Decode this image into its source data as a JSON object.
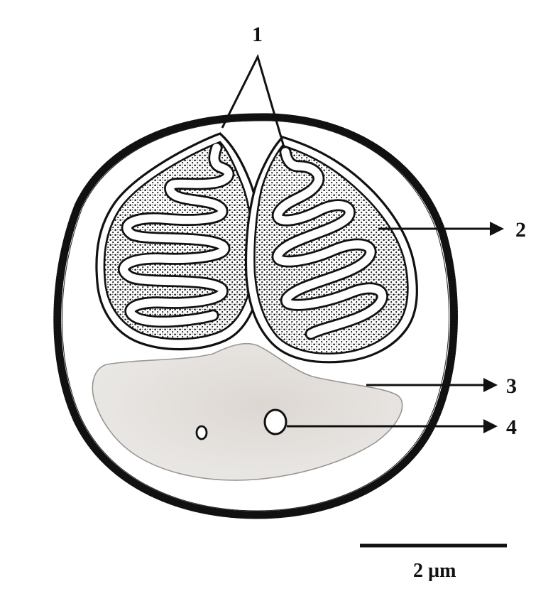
{
  "labels": {
    "marker_1": "1",
    "marker_2": "2",
    "marker_3": "3",
    "marker_4": "4"
  },
  "scale_bar": {
    "text": "2 µm"
  },
  "colors": {
    "ink": "#111111",
    "paper": "#ffffff",
    "body_fill": "#e6e2de",
    "body_stroke": "#9a9692"
  }
}
